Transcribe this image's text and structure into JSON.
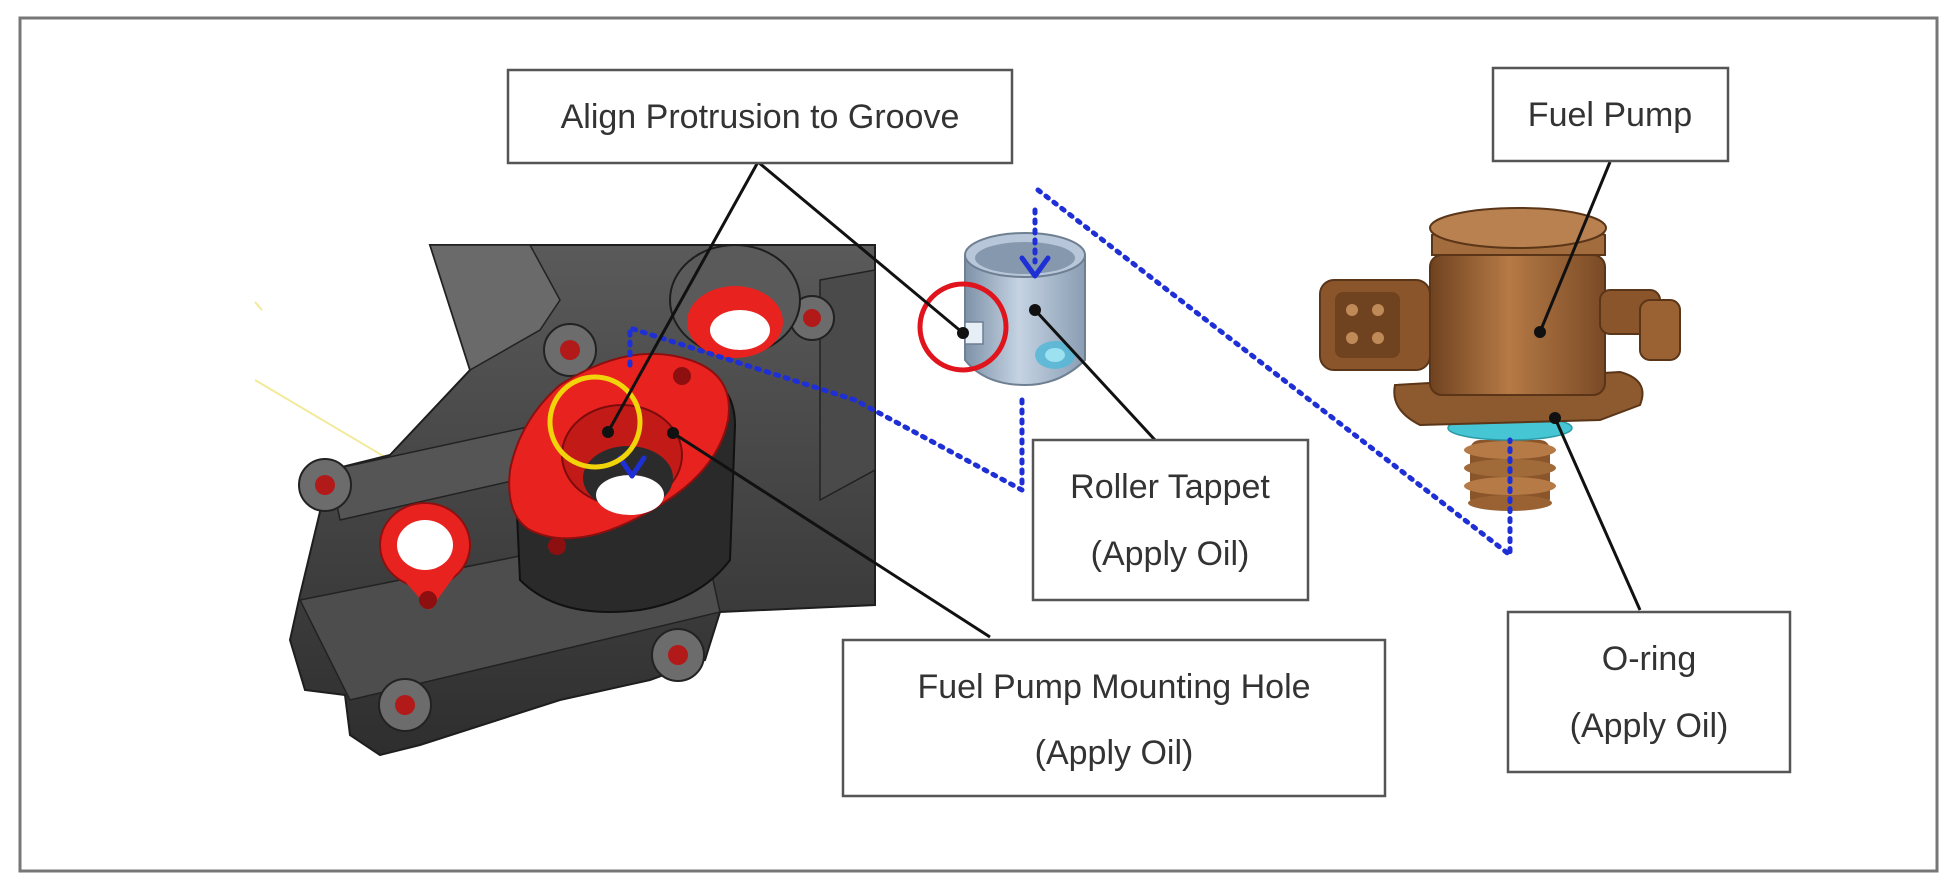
{
  "labels": {
    "align": "Align Protrusion to Groove",
    "fuel_pump": "Fuel Pump",
    "roller_tappet": "Roller Tappet",
    "roller_tappet_note": "(Apply Oil)",
    "mounting_hole": "Fuel Pump Mounting Hole",
    "mounting_hole_note": "(Apply Oil)",
    "o_ring": "O-ring",
    "o_ring_note": "(Apply Oil)"
  },
  "colors": {
    "housing": "#3c3c3c",
    "highlight_red": "#e8231f",
    "tappet": "#9fb1c6",
    "pump_brass": "#9a6233",
    "o_ring": "#46c6d4",
    "guide_dots": "#1f2fd6",
    "yellow_circle": "#f2d40a",
    "red_circle": "#e0141c"
  }
}
